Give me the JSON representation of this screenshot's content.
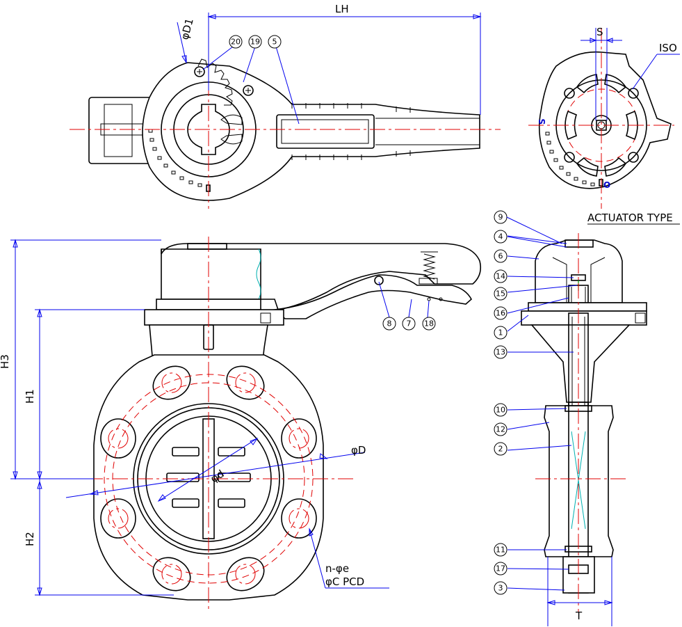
{
  "dimensions": {
    "lh": "LH",
    "d1": "φD1",
    "s": "S",
    "iso": "ISO",
    "h3": "H3",
    "h1": "H1",
    "h2": "H2",
    "d": "φD",
    "d_small": "φd",
    "n_e": "n-φe",
    "c_pcd": "φC PCD",
    "t": "T"
  },
  "title": {
    "actuator_type": "ACTUATOR TYPE"
  },
  "marks": {
    "s_mark": "S",
    "o_mark": "O"
  },
  "colors": {
    "outline": "#000000",
    "centerline": "#e00000",
    "dimension": "#0000ee",
    "detail": "#00b0b0"
  },
  "parts": {
    "p1": "1",
    "p2": "2",
    "p3": "3",
    "p4": "4",
    "p5": "5",
    "p6": "6",
    "p7": "7",
    "p8": "8",
    "p9": "9",
    "p10": "10",
    "p11": "11",
    "p12": "12",
    "p13": "13",
    "p14": "14",
    "p15": "15",
    "p16": "16",
    "p17": "17",
    "p18": "18",
    "p19": "19",
    "p20": "20"
  }
}
